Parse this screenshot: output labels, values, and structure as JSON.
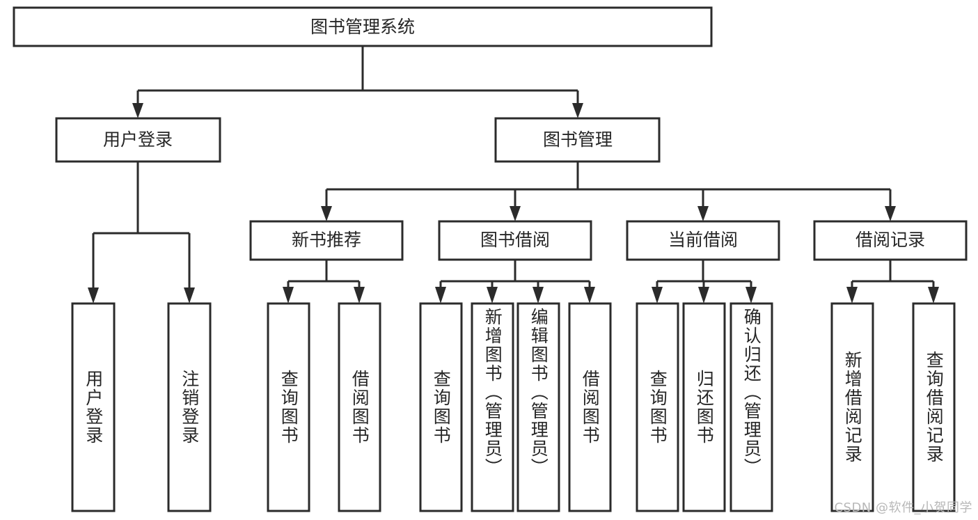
{
  "diagram": {
    "type": "tree-hierarchy-flowchart",
    "title": "图书管理系统",
    "root": {
      "id": "root",
      "label": "图书管理系统",
      "orientation": "horizontal"
    },
    "level1": [
      {
        "id": "user-login",
        "label": "用户登录",
        "orientation": "horizontal"
      },
      {
        "id": "book-management",
        "label": "图书管理",
        "orientation": "horizontal"
      }
    ],
    "level2": [
      {
        "id": "new-book-recommend",
        "label": "新书推荐",
        "orientation": "horizontal",
        "parent": "book-management"
      },
      {
        "id": "book-borrow",
        "label": "图书借阅",
        "orientation": "horizontal",
        "parent": "book-management"
      },
      {
        "id": "current-borrow",
        "label": "当前借阅",
        "orientation": "horizontal",
        "parent": "book-management"
      },
      {
        "id": "borrow-record",
        "label": "借阅记录",
        "orientation": "horizontal",
        "parent": "book-management"
      }
    ],
    "leaves": [
      {
        "id": "leaf-user-login",
        "label": "用户登录",
        "orientation": "vertical",
        "parent": "user-login"
      },
      {
        "id": "leaf-logout-login",
        "label": "注销登录",
        "orientation": "vertical",
        "parent": "user-login"
      },
      {
        "id": "leaf-query-book-1",
        "label": "查询图书",
        "orientation": "vertical",
        "parent": "new-book-recommend"
      },
      {
        "id": "leaf-borrow-book-1",
        "label": "借阅图书",
        "orientation": "vertical",
        "parent": "new-book-recommend"
      },
      {
        "id": "leaf-query-book-2",
        "label": "查询图书",
        "orientation": "vertical",
        "parent": "book-borrow"
      },
      {
        "id": "leaf-add-book",
        "label": "新增图书（管理员）",
        "orientation": "vertical",
        "parent": "book-borrow"
      },
      {
        "id": "leaf-edit-book",
        "label": "编辑图书（管理员）",
        "orientation": "vertical",
        "parent": "book-borrow"
      },
      {
        "id": "leaf-borrow-book-2",
        "label": "借阅图书",
        "orientation": "vertical",
        "parent": "book-borrow"
      },
      {
        "id": "leaf-query-book-3",
        "label": "查询图书",
        "orientation": "vertical",
        "parent": "current-borrow"
      },
      {
        "id": "leaf-return-book",
        "label": "归还图书",
        "orientation": "vertical",
        "parent": "current-borrow"
      },
      {
        "id": "leaf-confirm-return",
        "label": "确认归还（管理员）",
        "orientation": "vertical",
        "parent": "current-borrow"
      },
      {
        "id": "leaf-add-record",
        "label": "新增借阅记录",
        "orientation": "vertical",
        "parent": "borrow-record"
      },
      {
        "id": "leaf-query-record",
        "label": "查询借阅记录",
        "orientation": "vertical",
        "parent": "borrow-record"
      }
    ],
    "colors": {
      "background": "#ffffff",
      "box_fill": "#ffffff",
      "box_stroke": "#2b2b2b",
      "connector": "#2b2b2b",
      "text": "#262626",
      "watermark": "#b8b8b8"
    }
  },
  "watermark": {
    "text": "CSDN @软件_小贺同学"
  }
}
